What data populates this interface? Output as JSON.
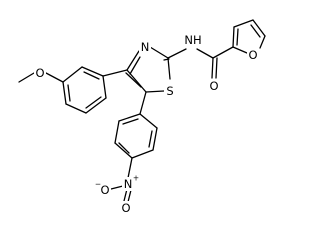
{
  "atoms": {
    "methoxy_o": "O",
    "thiazole_n": "N",
    "amide_nh": "NH",
    "furan_o": "O",
    "carbonyl_o": "O",
    "thiazole_s": "S",
    "nitro_n": "N",
    "nitro_n_charge": "+",
    "nitro_o_minus": "O",
    "nitro_o_minus_charge": "−",
    "nitro_o": "O"
  }
}
